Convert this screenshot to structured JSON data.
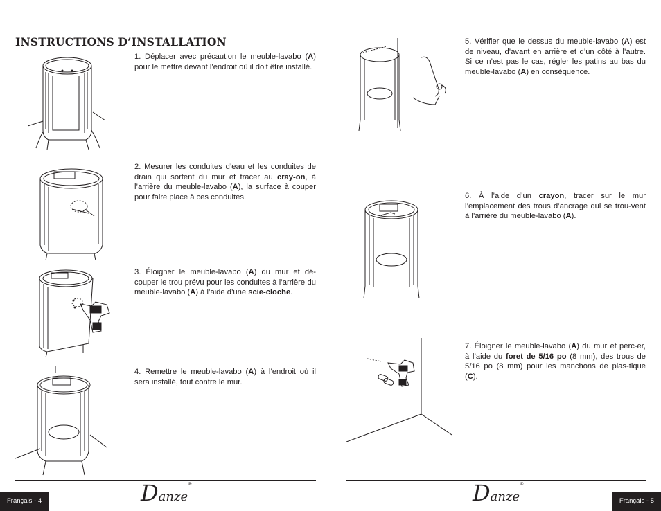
{
  "left_page": {
    "title": "INSTRUCTIONS D’INSTALLATION",
    "steps": [
      {
        "parts": [
          "1. Déplacer avec précaution le meuble-lavabo (",
          "A",
          ") pour le mettre devant l’endroit où il doit être installé."
        ]
      },
      {
        "parts": [
          "2. Mesurer les conduites d’eau et les conduites de drain qui sortent du mur et tracer au ",
          "cray-on",
          ", à l’arrière du meuble-lavabo (",
          "A",
          "), la surface à couper pour faire place à ces conduites."
        ]
      },
      {
        "parts": [
          "3. Éloigner le meuble-lavabo (",
          "A",
          ") du mur et dé-couper le trou prévu pour les conduites à l’arrière du meuble-lavabo (",
          "A",
          ") à l’aide d’une ",
          "scie-cloche",
          "."
        ]
      },
      {
        "parts": [
          "4. Remettre le meuble-lavabo (",
          "A",
          ") à l’endroit où il sera installé, tout contre le mur."
        ]
      }
    ],
    "footer_label": "Français - 4",
    "logo": {
      "initial": "D",
      "rest": "anze",
      "mark": "®"
    }
  },
  "right_page": {
    "steps": [
      {
        "parts": [
          "5. Vérifier que le dessus du meuble-lavabo (",
          "A",
          ") est de niveau, d’avant en arrière et d’un côté à l’autre. Si ce n’est pas le cas, régler les patins au bas du meuble-lavabo (",
          "A",
          ") en conséquence."
        ]
      },
      {
        "parts": [
          "6. À l’aide d’un ",
          "crayon",
          ", tracer sur le mur l’emplacement des trous d’ancrage qui se trou-vent à l’arrière du meuble-lavabo (",
          "A",
          ")."
        ]
      },
      {
        "parts": [
          "7. Éloigner le meuble-lavabo (",
          "A",
          ") du mur et perc-er, à l’aide du ",
          "foret de 5/16 po",
          " (8 mm), des trous de 5/16 po (8 mm) pour les manchons de plas-tique (",
          "C",
          ")."
        ]
      }
    ],
    "footer_label": "Français - 5",
    "logo": {
      "initial": "D",
      "rest": "anze",
      "mark": "®"
    }
  }
}
